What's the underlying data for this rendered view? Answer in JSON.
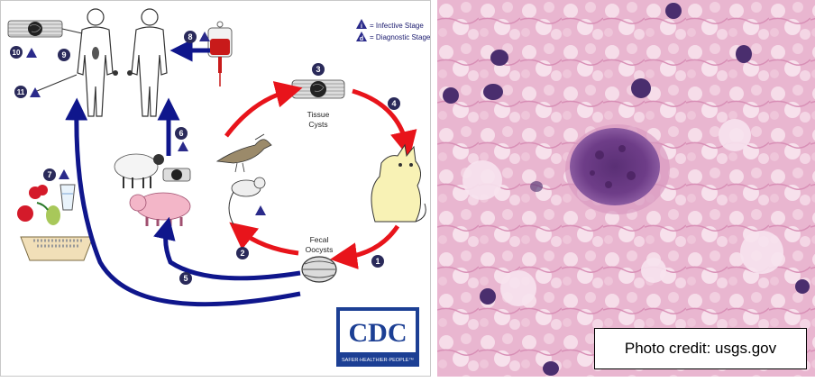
{
  "legend": {
    "infective": "= Infective Stage",
    "diagnostic": "= Diagnostic Stage",
    "icon_letter": "i",
    "icon_letter_diag": "d"
  },
  "labels": {
    "tissue_cysts_line1": "Tissue",
    "tissue_cysts_line2": "Cysts",
    "fecal_oocysts_line1": "Fecal",
    "fecal_oocysts_line2": "Oocysts"
  },
  "steps": [
    "1",
    "2",
    "3",
    "4",
    "5",
    "6",
    "7",
    "8",
    "9",
    "10",
    "11"
  ],
  "cdc": {
    "logo": "CDC",
    "tagline": "SAFER·HEALTHIER·PEOPLE™"
  },
  "photo_credit": "Photo credit: usgs.gov",
  "colors": {
    "red_arrow": "#e8141b",
    "blue_arrow": "#0f168c",
    "badge": "#2a2a5a",
    "tissue": "#e8b7cf",
    "nucleus": "#4a2e6e",
    "cdc_blue": "#1c3f94"
  },
  "icons": [
    "human-icon",
    "iv-bag-icon",
    "sheep-icon",
    "pig-icon",
    "bird-icon",
    "mouse-icon",
    "cat-icon",
    "fruit-icon",
    "water-glass-icon",
    "litter-box-icon",
    "tissue-cyst-icon",
    "oocyst-icon"
  ]
}
